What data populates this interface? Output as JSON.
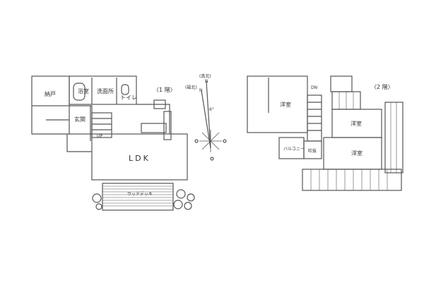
{
  "floor1": {
    "title": "〈1 階〉",
    "rooms": {
      "storage": "納戸",
      "bath": "浴室",
      "washroom": "洗面所",
      "toilet": "トイレ",
      "entrance": "玄関",
      "ldk": "LDK",
      "wood_deck": "ウッドデッキ"
    },
    "stairs_label": "UP"
  },
  "floor2": {
    "title": "〈2 階〉",
    "rooms": {
      "western_room_1": "洋室",
      "western_room_2": "洋室",
      "western_room_3": "洋室",
      "balcony": "バルコニー",
      "atrium": "吹抜"
    },
    "stairs_label": "DN"
  },
  "compass": {
    "true_north_label": "(真北)",
    "magnetic_north_label": "(磁北)",
    "north_letter": "N",
    "declination": "6°"
  },
  "colors": {
    "line": "#555555",
    "background": "#ffffff"
  }
}
